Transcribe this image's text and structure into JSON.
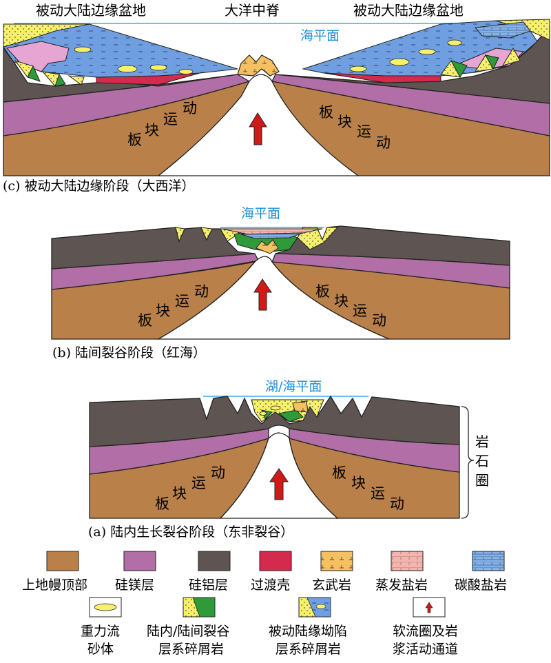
{
  "panel_c": {
    "label_left": "被动大陆边缘盆地",
    "label_center": "大洋中脊",
    "label_right": "被动大陆边缘盆地",
    "sea_level": "海平面",
    "plate_left": [
      "板",
      "块",
      "运",
      "动"
    ],
    "plate_right": [
      "板",
      "块",
      "运",
      "动"
    ],
    "caption": "(c) 被动大陆边缘阶段（大西洋）"
  },
  "panel_b": {
    "sea_level": "海平面",
    "plate_left": [
      "板",
      "块",
      "运",
      "动"
    ],
    "plate_right": [
      "板",
      "块",
      "运",
      "动"
    ],
    "caption": "(b) 陆间裂谷阶段（红海）"
  },
  "panel_a": {
    "sea_level": "湖/海平面",
    "plate_left": [
      "板",
      "块",
      "运",
      "动"
    ],
    "plate_right": [
      "板",
      "块",
      "运",
      "动"
    ],
    "lithosphere": [
      "岩",
      "石",
      "圈"
    ],
    "caption": "(a) 陆内生长裂谷阶段（东非裂谷）"
  },
  "legend": {
    "row1": [
      "上地幔顶部",
      "硅镁层",
      "硅铝层",
      "过渡壳",
      "玄武岩",
      "蒸发盐岩",
      "碳酸盐岩"
    ],
    "row2": [
      {
        "line1": "重力流",
        "line2": "砂体"
      },
      {
        "line1": "陆内/陆间裂谷",
        "line2": "层系碎屑岩"
      },
      {
        "line1": "被动陆缘坳陷",
        "line2": "层系碎屑岩"
      },
      {
        "line1": "软流圈及岩",
        "line2": "浆活动通道"
      }
    ]
  },
  "colors": {
    "mantle": "#b9804a",
    "sima": "#b26ea6",
    "sial": "#5e5452",
    "transition": "#d42a4e",
    "basalt": "#f5c062",
    "evaporite": "#f1b6b0",
    "carbonate": "#86b2e6",
    "sea": "#6f9fe0",
    "yellow": "#f7f06a",
    "green": "#2f9a3a",
    "arrow": "#d01a1a"
  }
}
